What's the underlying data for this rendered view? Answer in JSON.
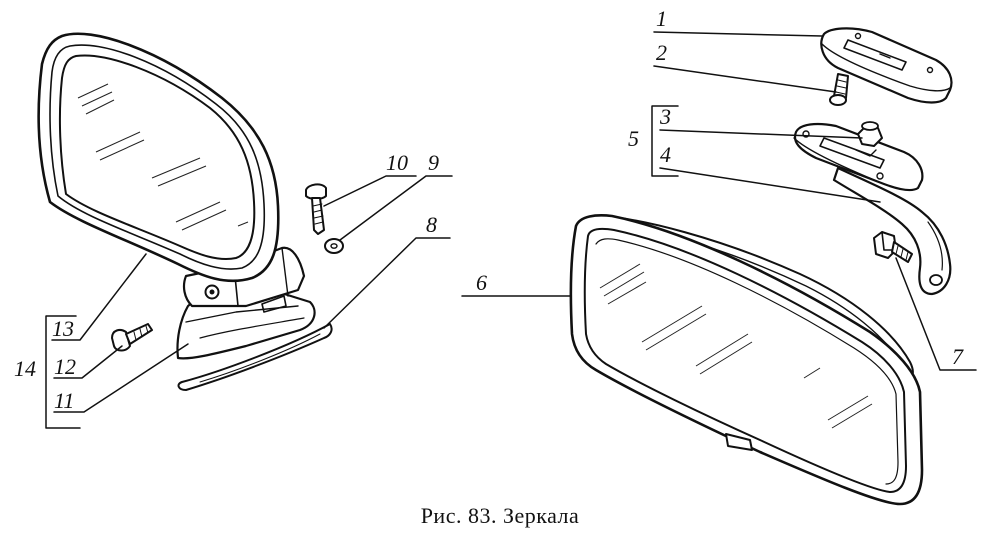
{
  "figure": {
    "caption": "Рис. 83. Зеркала",
    "callouts": {
      "c1": "1",
      "c2": "2",
      "c3": "3",
      "c4": "4",
      "c5": "5",
      "c6": "6",
      "c7": "7",
      "c8": "8",
      "c9": "9",
      "c10": "10",
      "c11": "11",
      "c12": "12",
      "c13": "13",
      "c14": "14"
    },
    "ink_color": "#111111",
    "background_color": "#ffffff"
  }
}
